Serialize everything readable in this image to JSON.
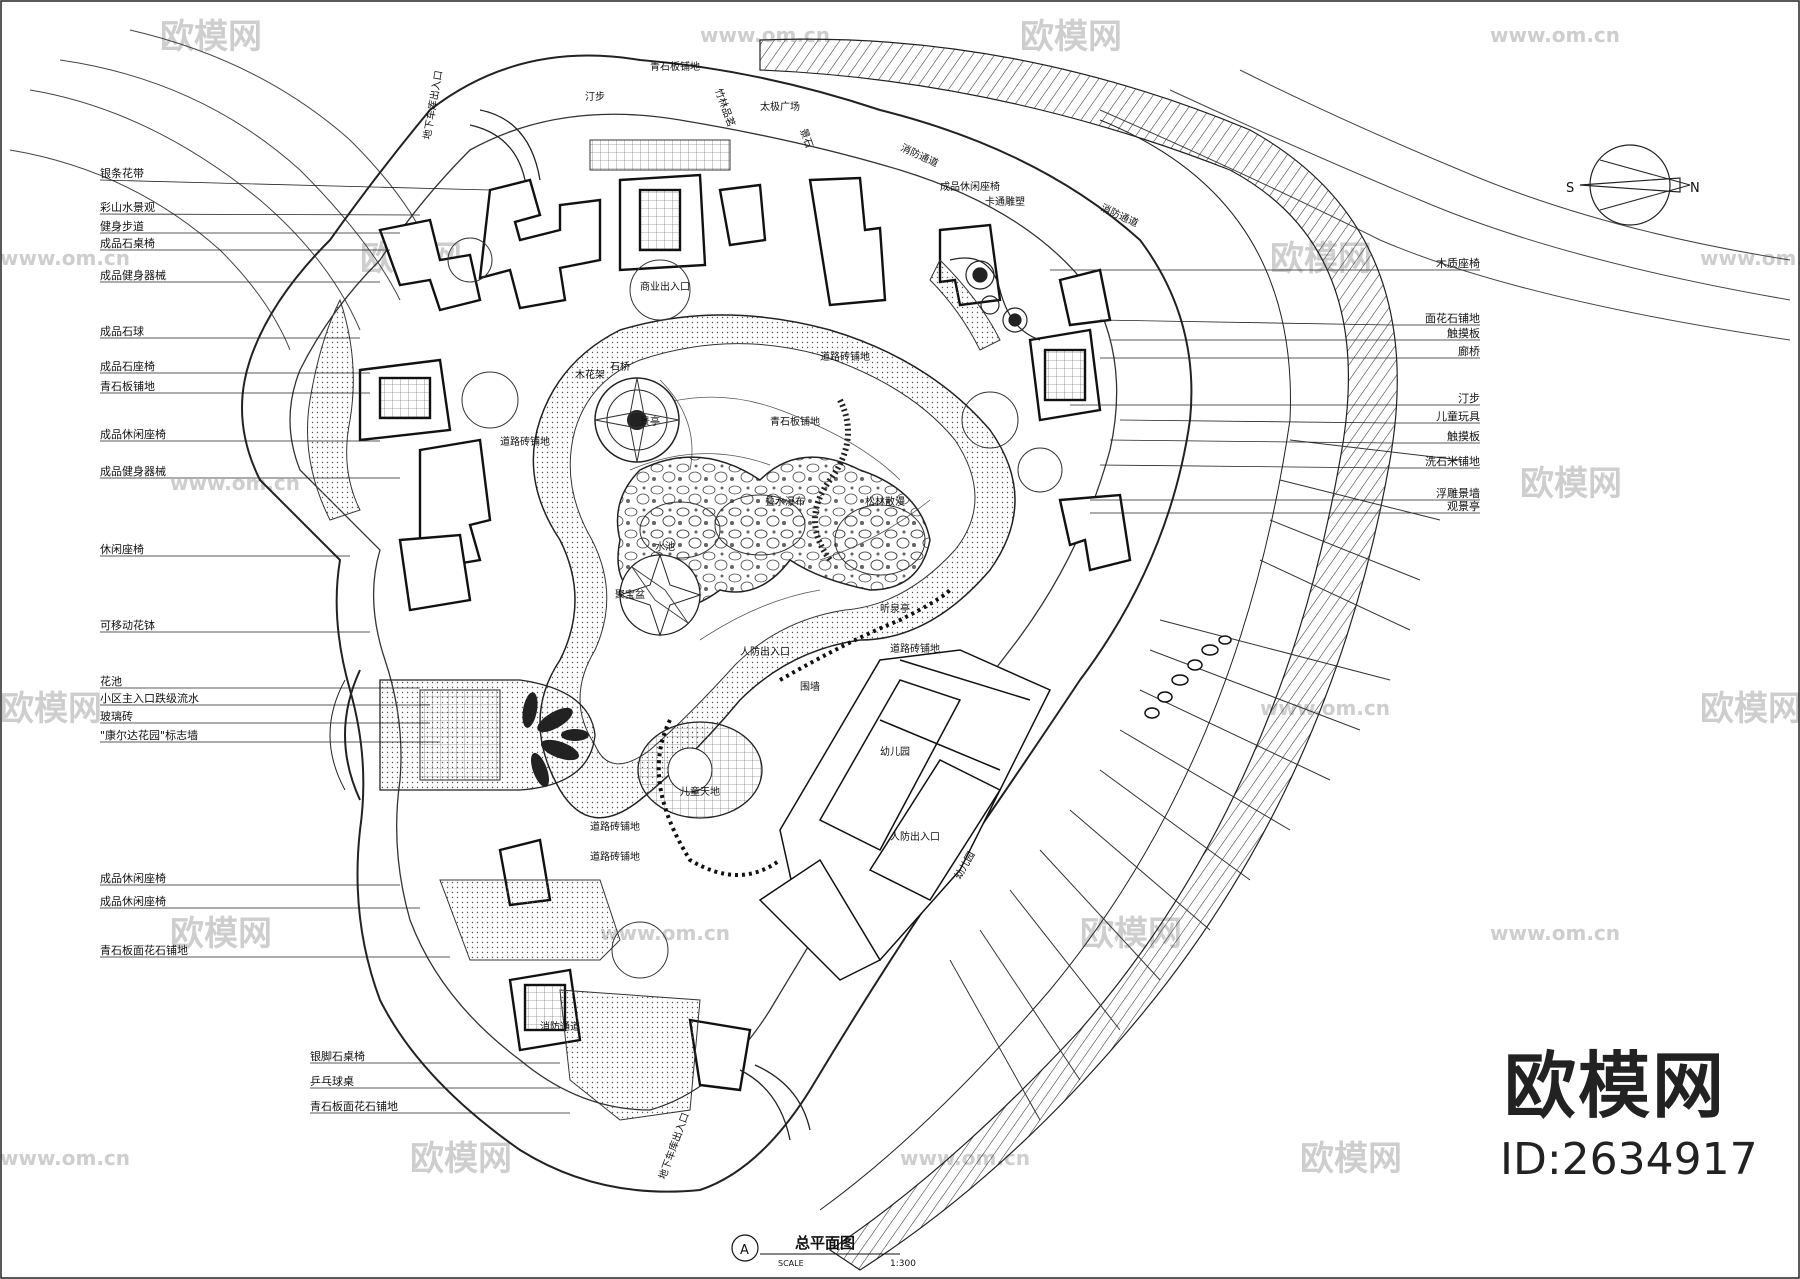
{
  "brand": {
    "name": "欧模网",
    "id": "ID:2634917",
    "watermark": "欧模网",
    "watermark_url": "www.om.cn"
  },
  "title_block": {
    "marker": "A",
    "title": "总平面图",
    "scale_label": "SCALE",
    "scale": "1:300"
  },
  "compass": {
    "south": "S",
    "north": "N"
  },
  "left_labels": [
    "银条花带",
    "彩山水景观",
    "健身步道",
    "成品石桌椅",
    "成品健身器械",
    "成品石球",
    "成品石座椅",
    "青石板铺地",
    "成品休闲座椅",
    "成品健身器械",
    "休闲座椅",
    "可移动花钵",
    "花池",
    "小区主入口跌级流水",
    "玻璃砖",
    "\"康尔达花园\"标志墙",
    "成品休闲座椅",
    "成品休闲座椅",
    "青石板面花石铺地",
    "银脚石桌椅",
    "乒乓球桌",
    "青石板面花石铺地"
  ],
  "right_labels": [
    "木质座椅",
    "面花石铺地",
    "触摸板",
    "廊桥",
    "汀步",
    "儿童玩具",
    "触摸板",
    "洗石米铺地",
    "浮雕景墙",
    "观景亭"
  ],
  "plan_labels": [
    "汀步",
    "青石板铺地",
    "竹林品茗",
    "太极广场",
    "景石",
    "消防通道",
    "成品休闲座椅",
    "卡通雕塑",
    "消防通道",
    "道路砖铺地",
    "道路砖铺地",
    "木花架",
    "景亭",
    "水池",
    "叠水瀑布",
    "松林散漫",
    "青石板铺地",
    "聚宝盆",
    "听泉亭",
    "人防出入口",
    "道路砖铺地",
    "幼儿园",
    "围墙",
    "人防出入口",
    "儿童天地",
    "道路砖铺地",
    "道路砖铺地",
    "幼儿园",
    "消防通道",
    "地下车库出入口",
    "地下车库出入口",
    "商业出入口",
    "石桥"
  ]
}
